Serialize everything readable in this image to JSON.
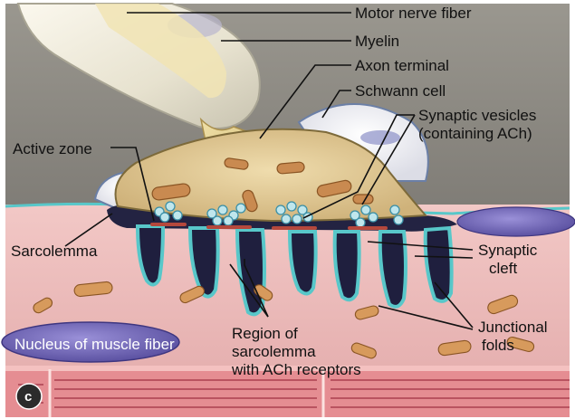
{
  "figure": {
    "panel_letter": "c",
    "colors": {
      "extracellular": "#8d8a82",
      "muscle": "#eab9b8",
      "terminal": "#dcc490",
      "cleft": "#2a2a4a",
      "sarcolemma_edge": "#58c7c9",
      "nucleus": "#6d63b4",
      "myofibril": "#d97b82"
    },
    "labels": {
      "motor_nerve_fiber": "Motor nerve fiber",
      "myelin": "Myelin",
      "axon_terminal": "Axon terminal",
      "schwann_cell": "Schwann cell",
      "synaptic_vesicles_1": "Synaptic vesicles",
      "synaptic_vesicles_2": "(containing ACh)",
      "active_zone": "Active zone",
      "sarcolemma": "Sarcolemma",
      "synaptic_cleft_1": "Synaptic",
      "synaptic_cleft_2": "cleft",
      "junctional_folds_1": "Junctional",
      "junctional_folds_2": "folds",
      "nucleus_of_muscle_fiber": "Nucleus of muscle fiber",
      "region_1": "Region of",
      "region_2": "sarcolemma",
      "region_3": "with ACh receptors"
    }
  }
}
